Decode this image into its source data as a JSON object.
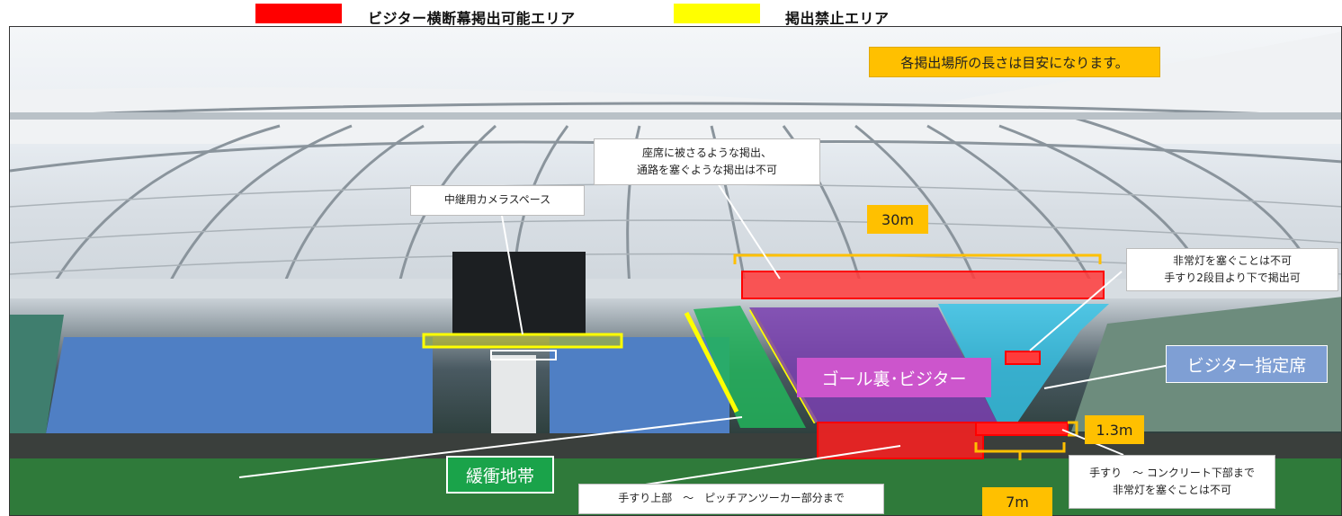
{
  "legend": {
    "items": [
      {
        "label": "ビジター横断幕掲出可能エリア",
        "color": "#ff0000"
      },
      {
        "label": "掲出禁止エリア",
        "color": "#ffff00"
      }
    ]
  },
  "note": {
    "text": "各掲出場所の長さは目安になります。"
  },
  "callouts": {
    "seat_cover": {
      "line1": "座席に被さるような掲出、",
      "line2": "通路を塞ぐような掲出は不可"
    },
    "camera_space": {
      "text": "中継用カメラスペース"
    },
    "emergency_light_top": {
      "line1": "非常灯を塞ぐことは不可",
      "line2": "手すり2段目より下で掲出可"
    },
    "handrail_pitch": {
      "text": "手すり上部　〜　ピッチアンツーカー部分まで"
    },
    "handrail_concrete": {
      "line1": "手すり　〜 コンクリート下部まで",
      "line2": "非常灯を塞ぐことは不可"
    }
  },
  "measurements": {
    "m30": "30m",
    "m1_3": "1.3m",
    "m7": "7m"
  },
  "zones": {
    "buffer": {
      "label": "緩衝地帯",
      "color": "#1aa34a"
    },
    "goal_visitor": {
      "label": "ゴール裏･ビジター",
      "color": "#cc55cc"
    },
    "visitor_reserved": {
      "label": "ビジター指定席",
      "color": "#7f9fd4"
    }
  },
  "colors": {
    "allowed": "#ff0000",
    "forbidden": "#ffff00",
    "measure": "#ffc000",
    "buffer_fill": "#22b35a",
    "purple_fill": "#7a3fb0",
    "cyan_fill": "#33c4e8"
  }
}
